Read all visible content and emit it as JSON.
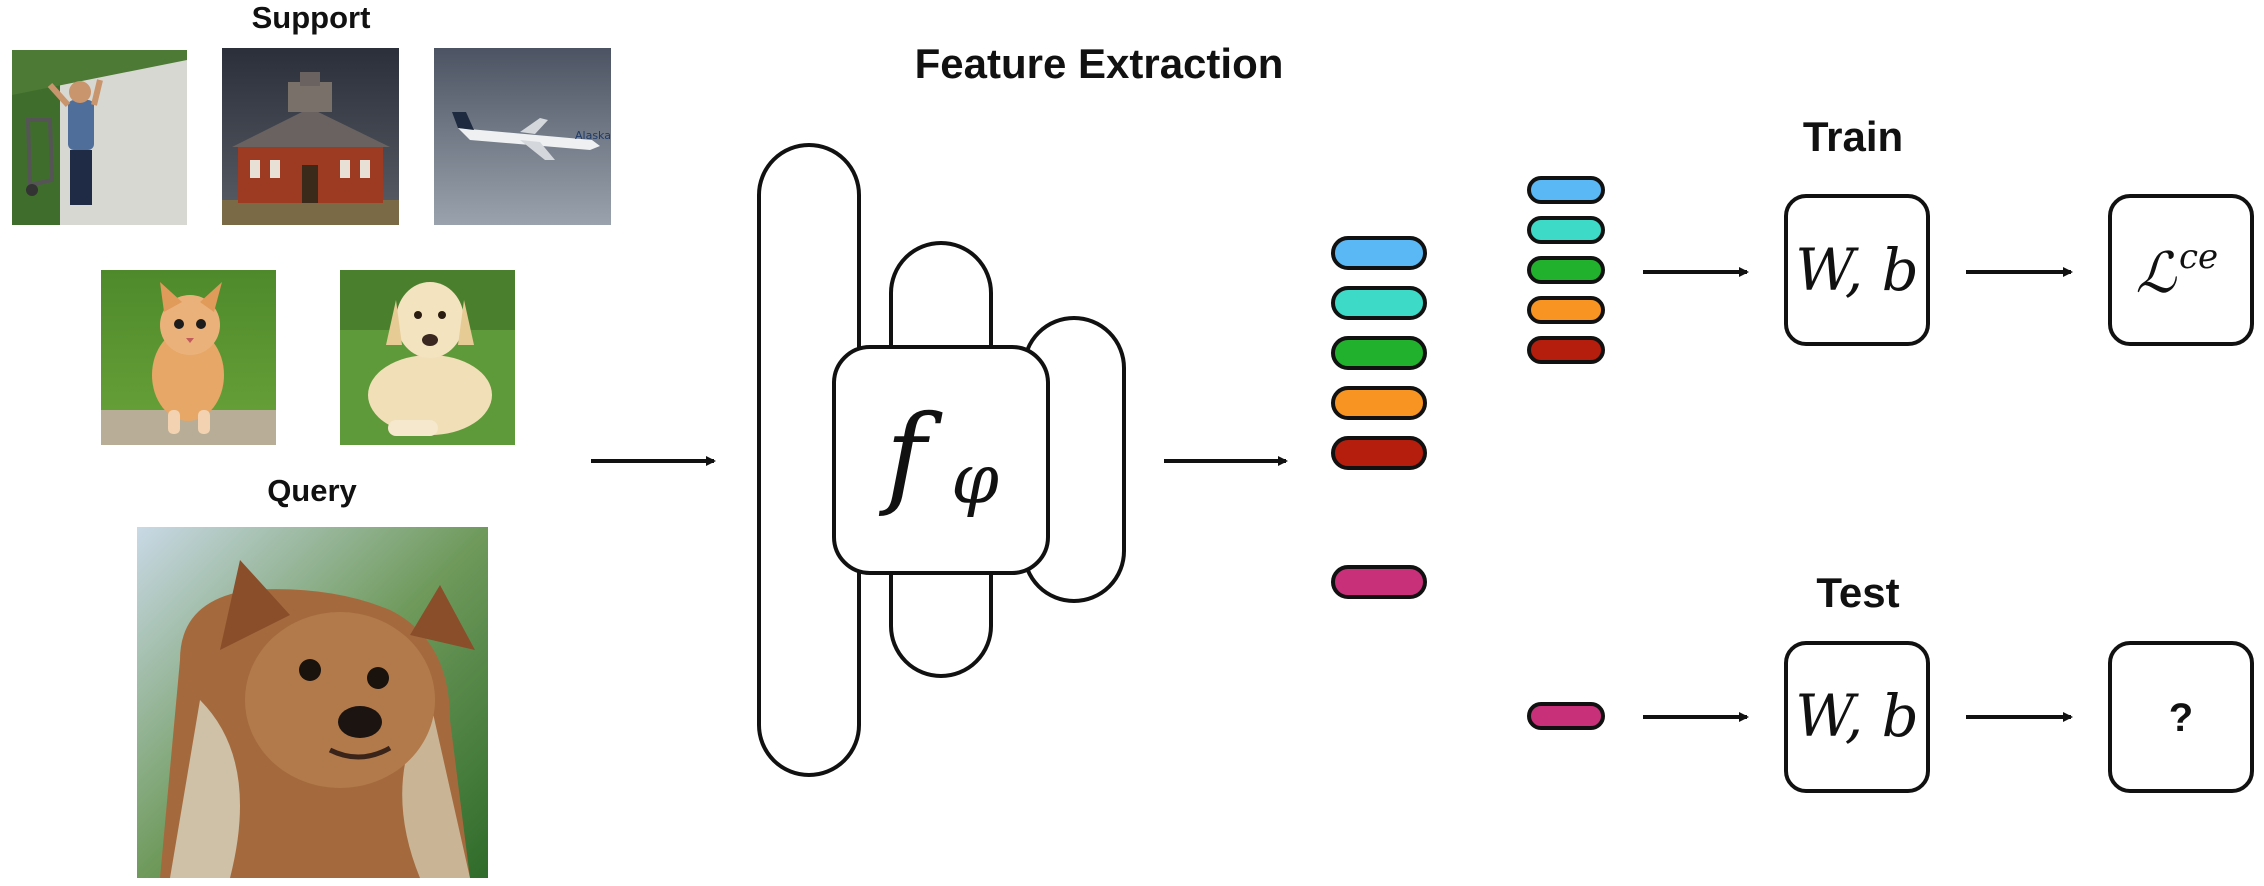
{
  "support_label": "Support",
  "query_label": "Query",
  "feature_extraction_label": "Feature Extraction",
  "train_label": "Train",
  "test_label": "Test",
  "extractor": {
    "fn": "f",
    "sub": "φ"
  },
  "classifier_train": "W, b",
  "classifier_test": "W, b",
  "loss": {
    "base": "ℒ",
    "sup": "ce"
  },
  "test_output": "?",
  "support_images": [
    "child-walking-photo",
    "house-photo",
    "airplane-photo",
    "kitten-photo",
    "dog-photo"
  ],
  "query_image": "yorkshire-terrier-photo",
  "feature_colors": {
    "support": [
      "#5ab9f5",
      "#3ddac8",
      "#22b12d",
      "#f89422",
      "#b51d0c"
    ],
    "query": "#c8307a"
  }
}
